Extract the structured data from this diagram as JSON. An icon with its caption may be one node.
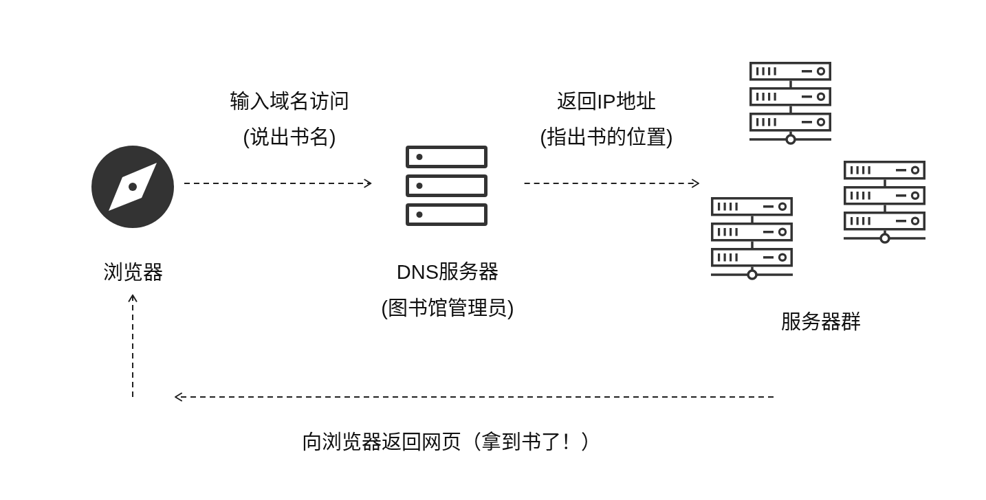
{
  "diagram": {
    "nodes": [
      {
        "text": [
          "浏览器"
        ]
      },
      {
        "text": [
          "DNS服务器",
          "(图书馆管理员)"
        ]
      },
      {
        "text": [
          "服务器群"
        ]
      }
    ],
    "edges": [
      {
        "from": 0,
        "to": 1,
        "arrow": "to",
        "label": "输入域名访问(说出书名)",
        "style": "dashed"
      },
      {
        "from": 1,
        "to": 2,
        "arrow": "to",
        "label": "返回IP地址(指出书的位置)",
        "style": "dashed"
      },
      {
        "from": 2,
        "to": null,
        "arrow": "to",
        "label": "向浏览器返回网页（拿到书了！）",
        "style": "dashed"
      },
      {
        "from": null,
        "to": 0,
        "arrow": "to",
        "style": "dashed"
      }
    ]
  }
}
